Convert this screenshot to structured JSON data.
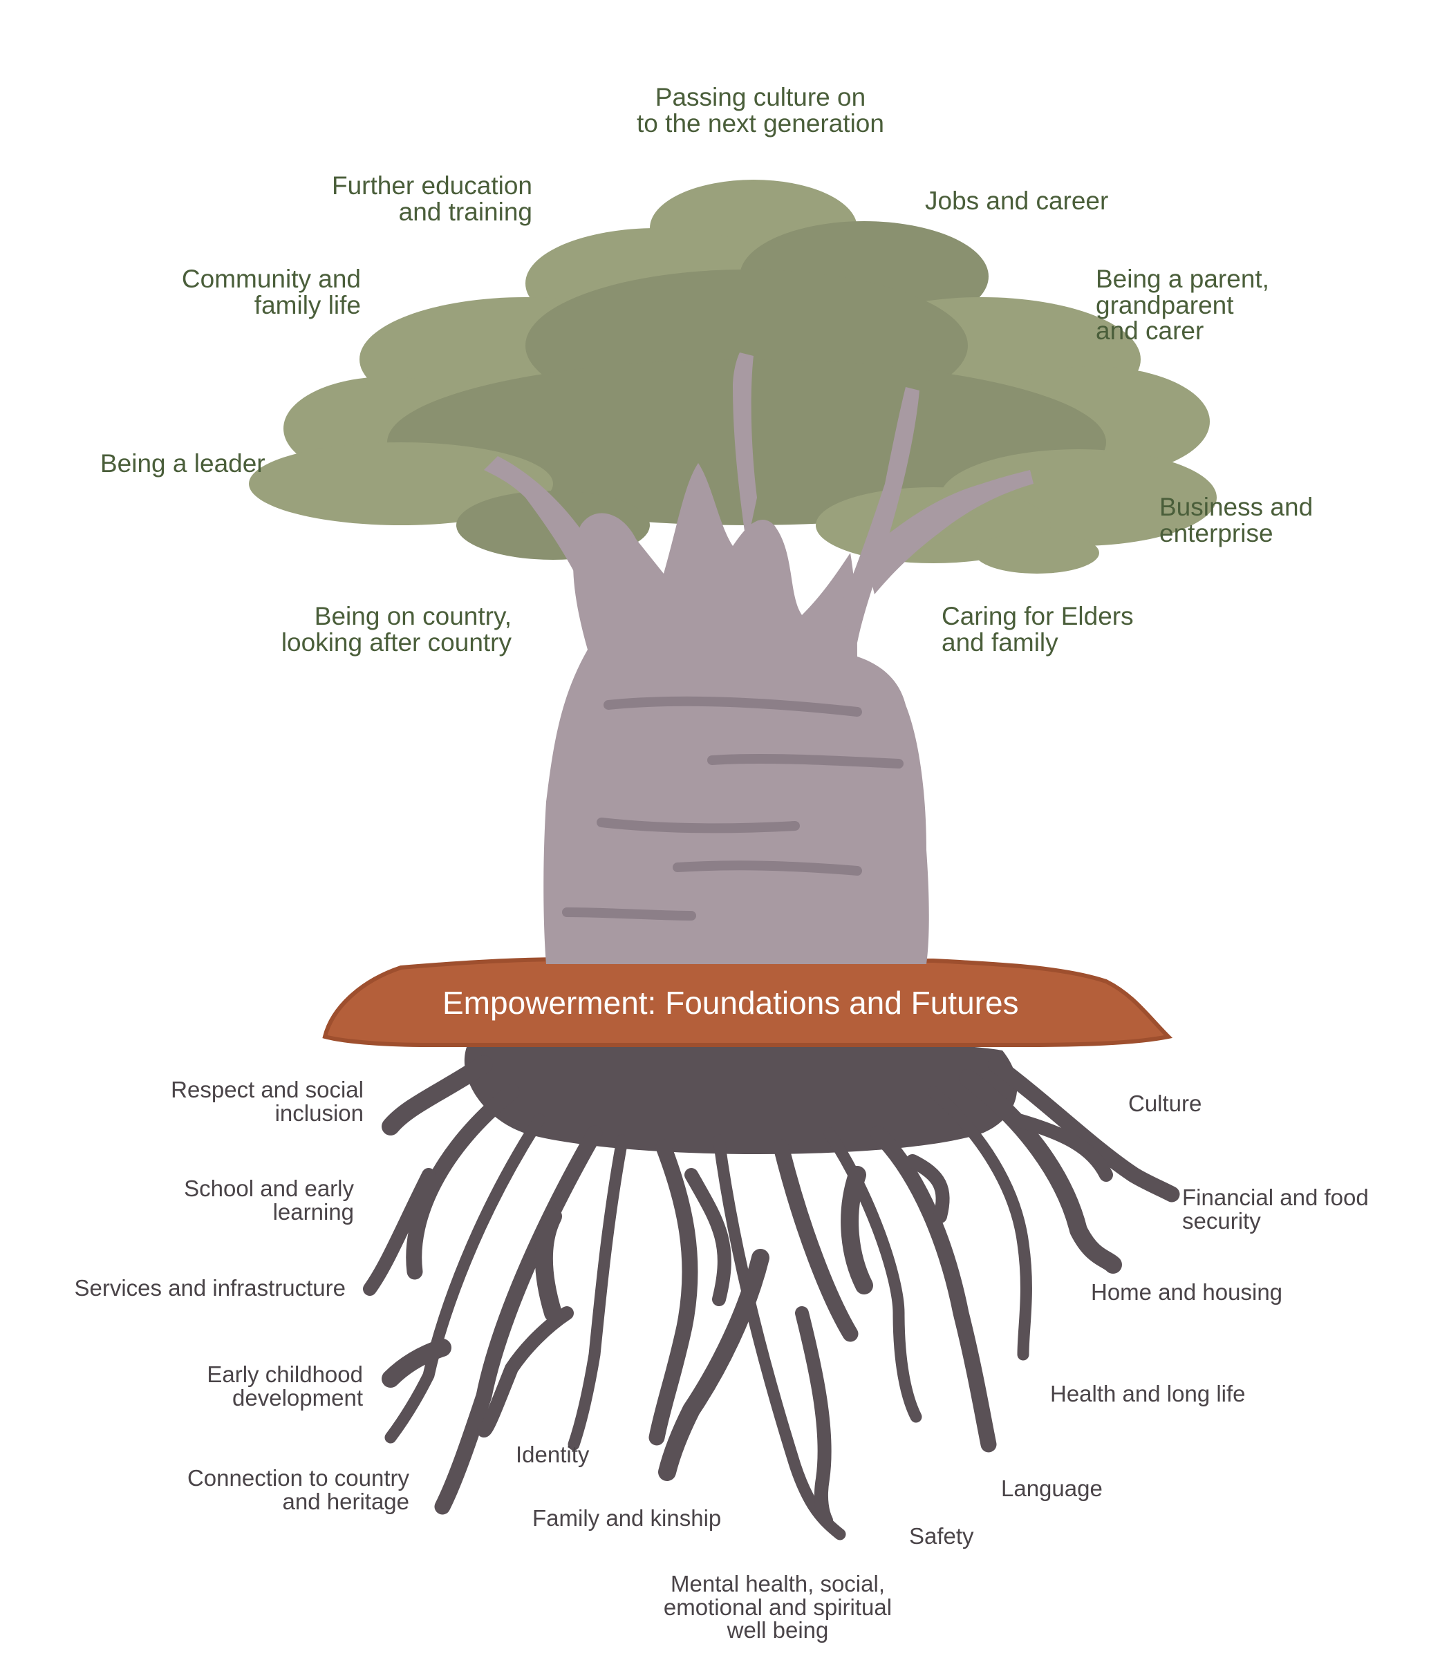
{
  "colors": {
    "canopy": "#9aa17c",
    "canopy_dark": "#8a9170",
    "trunk": "#a89aa2",
    "trunk_dark": "#8c7f88",
    "soil": "#b45f3a",
    "soil_dark": "#9e4f2e",
    "roots": "#5a5156",
    "top_text": "#4a5e3a",
    "root_text": "#4a4448"
  },
  "banner": "Empowerment: Foundations and Futures",
  "branches": {
    "passing_culture": "Passing culture on\nto the next generation",
    "further_education": "Further education\nand training",
    "jobs_career": "Jobs and career",
    "community_family": "Community and\nfamily life",
    "parent_carer": "Being a parent,\ngrandparent\nand carer",
    "leader": "Being a leader",
    "business": "Business and\nenterprise",
    "on_country": "Being on country,\nlooking after country",
    "caring_elders": "Caring for Elders\nand family"
  },
  "roots": {
    "respect": "Respect and social\ninclusion",
    "culture": "Culture",
    "school": "School and early\nlearning",
    "financial": "Financial and food\nsecurity",
    "services": "Services and infrastructure",
    "housing": "Home and housing",
    "early_childhood": "Early childhood\ndevelopment",
    "health": "Health and long life",
    "identity": "Identity",
    "connection": "Connection to country\nand heritage",
    "language": "Language",
    "family_kinship": "Family and kinship",
    "safety": "Safety",
    "mental_health": "Mental health, social,\nemotional and spiritual\nwell being"
  }
}
